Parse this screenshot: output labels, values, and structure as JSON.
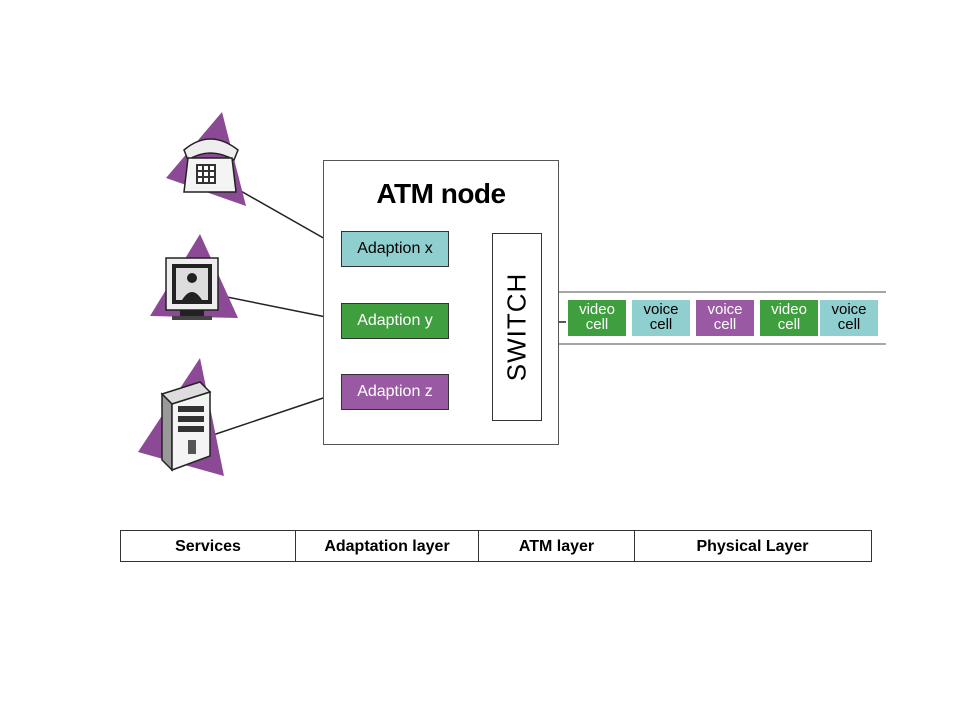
{
  "node": {
    "title": "ATM node"
  },
  "adaptions": [
    {
      "label": "Adaption x",
      "color": "#8fcfcf"
    },
    {
      "label": "Adaption y",
      "color": "#3f9f3f"
    },
    {
      "label": "Adaption z",
      "color": "#9a5aa3"
    }
  ],
  "switch": {
    "label": "SWITCH"
  },
  "cells": [
    {
      "line1": "video",
      "line2": "cell",
      "color": "#3f9f3f"
    },
    {
      "line1": "voice",
      "line2": "cell",
      "color": "#8fcfcf"
    },
    {
      "line1": "voice",
      "line2": "cell",
      "color": "#9a5aa3"
    },
    {
      "line1": "video",
      "line2": "cell",
      "color": "#3f9f3f"
    },
    {
      "line1": "voice",
      "line2": "cell",
      "color": "#8fcfcf"
    }
  ],
  "devices": [
    {
      "icon": "telephone-icon"
    },
    {
      "icon": "video-monitor-icon"
    },
    {
      "icon": "computer-tower-icon"
    }
  ],
  "layers": [
    {
      "label": "Services"
    },
    {
      "label": "Adaptation layer"
    },
    {
      "label": "ATM layer"
    },
    {
      "label": "Physical Layer"
    }
  ],
  "colors": {
    "triangle": "#8c4a96",
    "line": "#222222"
  }
}
